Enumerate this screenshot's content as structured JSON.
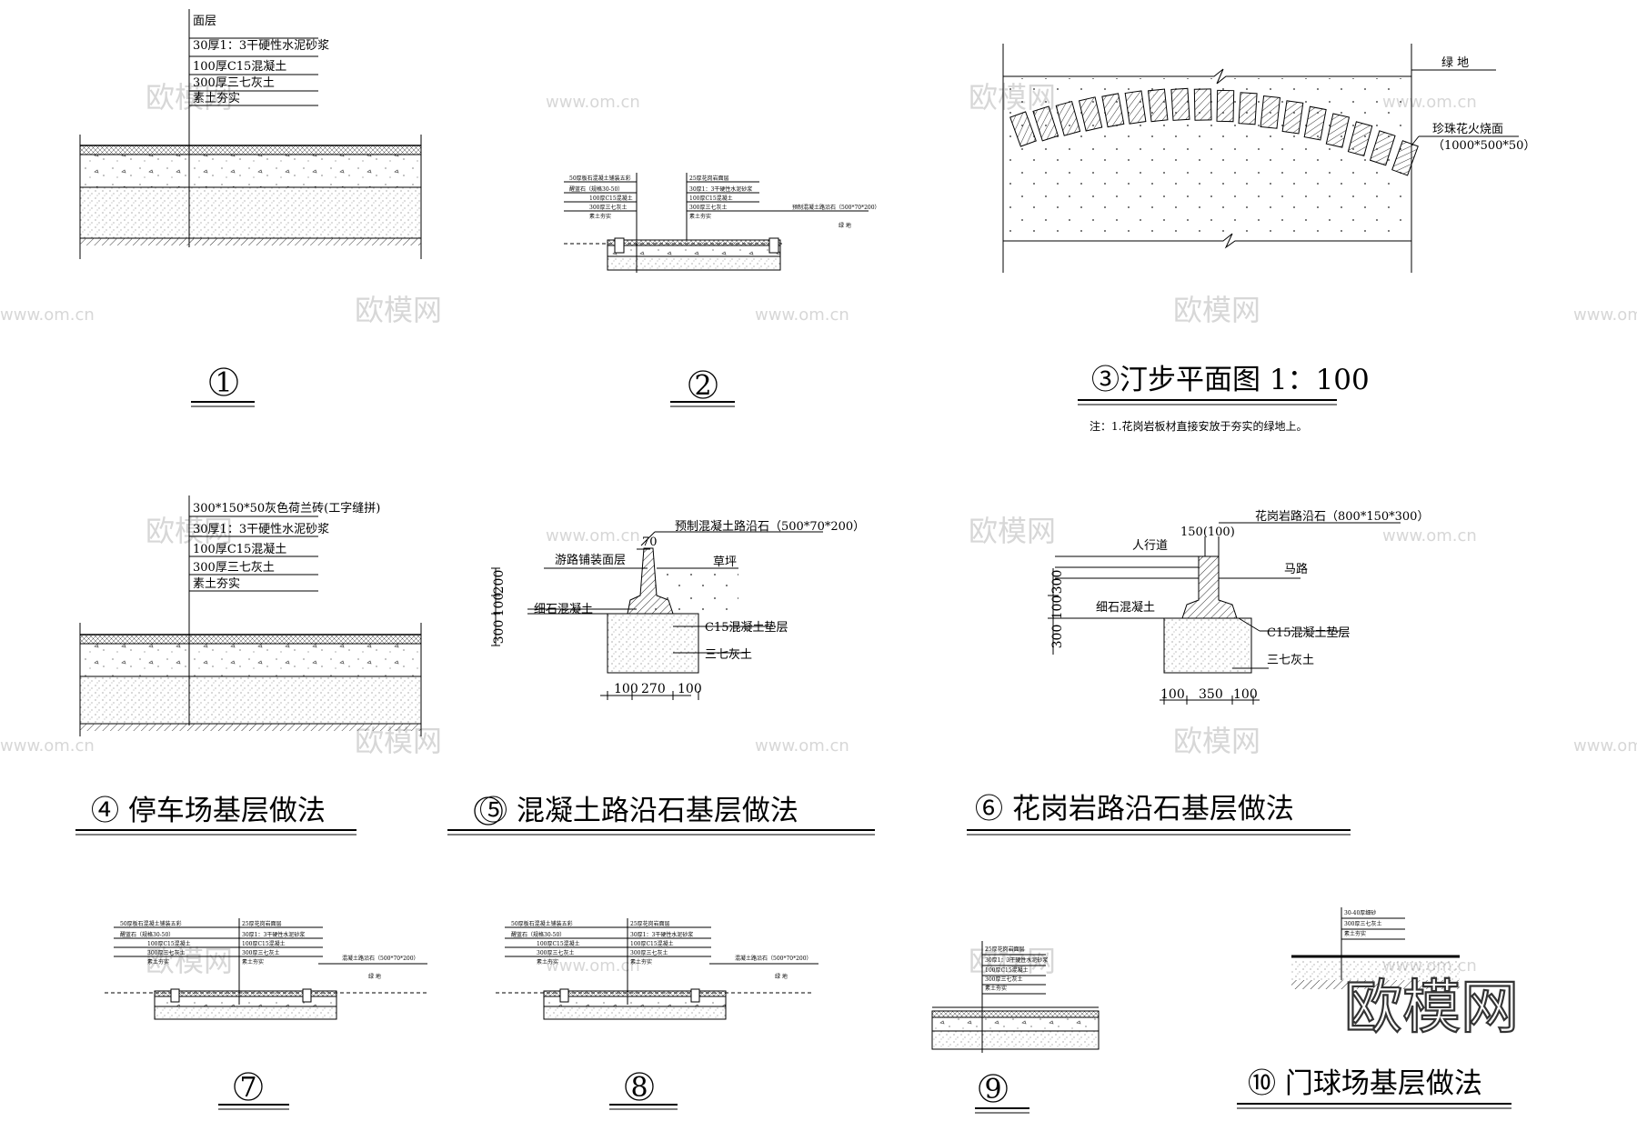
{
  "watermarks": {
    "cn": "欧模网",
    "url": "www.om.cn"
  },
  "brand_logo": "欧模网",
  "d1": {
    "number": "1",
    "layers": [
      "面层",
      "30厚1：3干硬性水泥砂浆",
      "100厚C15混凝土",
      "300厚三七灰土",
      "素土夯实"
    ]
  },
  "d2": {
    "number": "2",
    "left_layers": [
      "50厚板石混凝土铺装五彩",
      "醒蓝石（规格30-50）",
      "100厚C15混凝土",
      "300厚三七灰土",
      "素土夯实"
    ],
    "right_layers": [
      "25厚花岗岩面层",
      "30厚1：3干硬性水泥砂浆",
      "100厚C15混凝土",
      "300厚三七灰土",
      "素土夯实"
    ],
    "curb_label": "预制混凝土路沿石（500*70*200）",
    "green_label": "绿 地"
  },
  "d3": {
    "title": "③汀步平面图 1：100",
    "green_label": "绿 地",
    "stone_label": "珍珠花火烧面",
    "stone_size": "（1000*500*50）",
    "note": "注：1.花岗岩板材直接安放于夯实的绿地上。"
  },
  "d4": {
    "title": "④ 停车场基层做法",
    "layers": [
      "300*150*50灰色荷兰砖(工字缝拼)",
      "30厚1：3干硬性水泥砂浆",
      "100厚C15混凝土",
      "300厚三七灰土",
      "素土夯实"
    ]
  },
  "d5": {
    "title": "⑤  混凝土路沿石基层做法",
    "curb_label": "预制混凝土路沿石（500*70*200）",
    "pave_label": "游路铺装面层",
    "grass_label": "草坪",
    "fine_label": "细石混凝土",
    "c15_label": "C15混凝土垫层",
    "lime_label": "三七灰土",
    "dim_top": "70",
    "dims_v": [
      "200",
      "100",
      "300"
    ],
    "dims_h": [
      "100",
      "270",
      "100"
    ]
  },
  "d6": {
    "title": "⑥  花岗岩路沿石基层做法",
    "curb_label": "花岗岩路沿石（800*150*300）",
    "dim_top": "150(100)",
    "walk_label": "人行道",
    "road_label": "马路",
    "fine_label": "细石混凝土",
    "c15_label": "C15混凝土垫层",
    "lime_label": "三七灰土",
    "dims_v": [
      "300",
      "100",
      "300"
    ],
    "dims_h": [
      "100",
      "350",
      "100"
    ]
  },
  "d7": {
    "number": "7",
    "left_layers": [
      "50厚板石混凝土铺装五彩",
      "醒蓝石（规格30-50）",
      "100厚C15混凝土",
      "300厚三七灰土",
      "素土夯实"
    ],
    "right_layers": [
      "25厚花岗岩面层",
      "30厚1：3干硬性水泥砂浆",
      "100厚C15混凝土",
      "300厚三七灰土",
      "素土夯实"
    ],
    "curb_label": "混凝土路沿石（500*70*200）",
    "green_label": "绿 地"
  },
  "d8": {
    "number": "8",
    "left_layers": [
      "50厚板石混凝土铺装五彩",
      "醒蓝石（规格30-50）",
      "100厚C15混凝土",
      "300厚三七灰土",
      "素土夯实"
    ],
    "right_layers": [
      "25厚花岗岩面层",
      "30厚1：3干硬性水泥砂浆",
      "100厚C15混凝土",
      "300厚三七灰土",
      "素土夯实"
    ],
    "curb_label": "混凝土路沿石（500*70*200）",
    "green_label": "绿 地"
  },
  "d9": {
    "number": "9",
    "layers": [
      "25厚花岗岩面层",
      "30厚1：3干硬性水泥砂浆",
      "100厚C15混凝土",
      "300厚三七灰土",
      "素土夯实"
    ]
  },
  "d10": {
    "title": "⑩ 门球场基层做法",
    "layers": [
      "30-40厚细砂",
      "300厚三七灰土",
      "素土夯实"
    ]
  }
}
